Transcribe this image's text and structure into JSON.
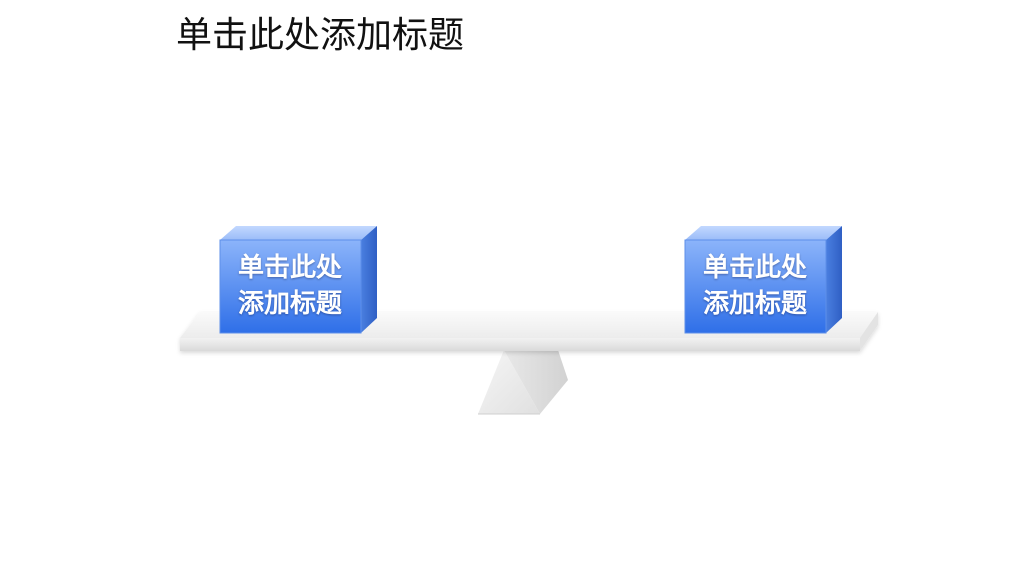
{
  "slide": {
    "title": "单击此处添加标题"
  },
  "left_box": {
    "line1": "单击此处",
    "line2": "添加标题"
  },
  "right_box": {
    "line1": "单击此处",
    "line2": "添加标题"
  },
  "colors": {
    "box_front_top": "#7aa6f6",
    "box_front_bottom": "#2a6ae6",
    "box_top_face": "#a9c6fb",
    "box_side_face": "#3f72d4",
    "plank": "#f3f3f3",
    "fulcrum": "#eeeeee"
  }
}
